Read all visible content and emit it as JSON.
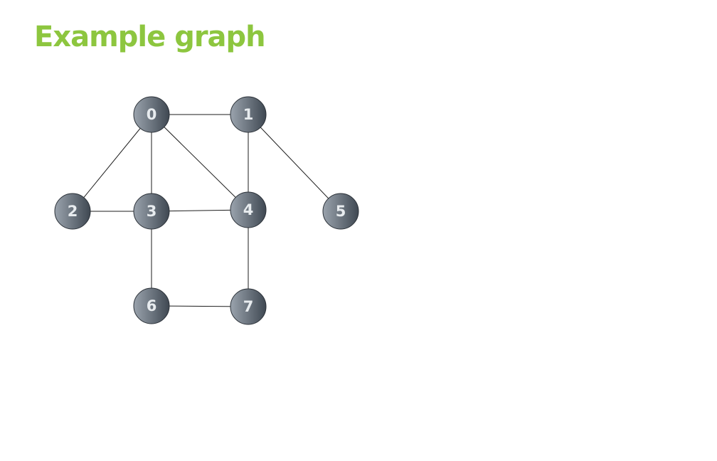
{
  "title": "Example graph",
  "colors": {
    "title": "#8dc63f",
    "node_fill_light": "#9aa3ad",
    "node_fill_dark": "#3f4852",
    "node_stroke": "#2b3138",
    "edge": "#1e1e1e",
    "label": "#e8ecef"
  },
  "graph": {
    "nodes": [
      {
        "id": "0",
        "label": "0"
      },
      {
        "id": "1",
        "label": "1"
      },
      {
        "id": "2",
        "label": "2"
      },
      {
        "id": "3",
        "label": "3"
      },
      {
        "id": "4",
        "label": "4"
      },
      {
        "id": "5",
        "label": "5"
      },
      {
        "id": "6",
        "label": "6"
      },
      {
        "id": "7",
        "label": "7"
      }
    ],
    "edges": [
      [
        "0",
        "1"
      ],
      [
        "0",
        "2"
      ],
      [
        "0",
        "3"
      ],
      [
        "0",
        "4"
      ],
      [
        "1",
        "4"
      ],
      [
        "1",
        "5"
      ],
      [
        "2",
        "3"
      ],
      [
        "3",
        "4"
      ],
      [
        "3",
        "6"
      ],
      [
        "4",
        "7"
      ],
      [
        "6",
        "7"
      ]
    ]
  }
}
